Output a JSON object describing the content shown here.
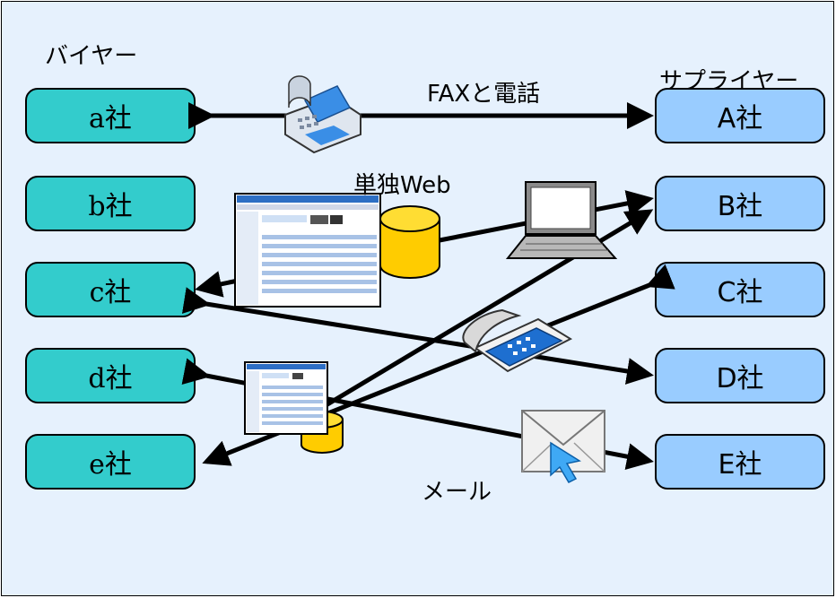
{
  "headers": {
    "buyer": "バイヤー",
    "supplier": "サプライヤー"
  },
  "buyers": [
    "a社",
    "b社",
    "c社",
    "d社",
    "e社"
  ],
  "suppliers": [
    "A社",
    "B社",
    "C社",
    "D社",
    "E社"
  ],
  "channels": {
    "fax_phone": "FAXと電話",
    "web": "単独Web",
    "mail": "メール"
  },
  "icons": [
    "fax-icon",
    "laptop-icon",
    "telephone-icon",
    "envelope-icon",
    "database-icon",
    "web-page-icon"
  ],
  "colors": {
    "background": "#e6f1fd",
    "buyer_box": "#33cccc",
    "supplier_box": "#99ccff",
    "database": "#ffcc00"
  }
}
